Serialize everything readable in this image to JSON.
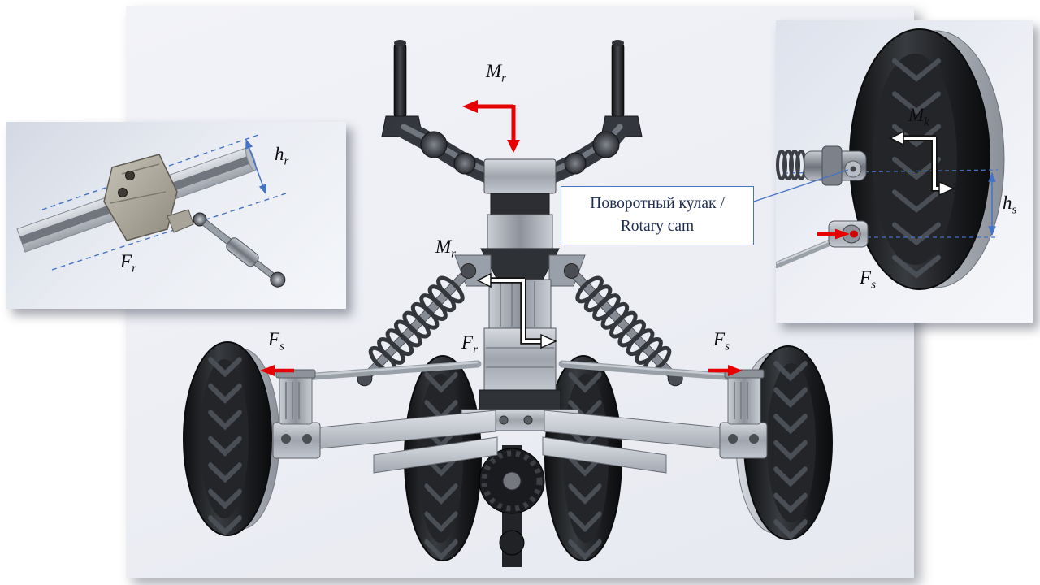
{
  "colors": {
    "arrow_red": "#e60000",
    "arrow_white": "#ffffff",
    "dimension_blue": "#4472c4",
    "callout_border": "#4472c4",
    "callout_text": "#1c2d50",
    "panel_background": "#eceef4",
    "tire_dark": "#1a1b1e",
    "metal_gray": "#9fa4ad"
  },
  "callout": {
    "line1": "Поворотный кулак /",
    "line2": "Rotary cam"
  },
  "labels": {
    "moment_top": {
      "base": "M",
      "sub": "r"
    },
    "moment_mid": {
      "base": "M",
      "sub": "r"
    },
    "force_center": {
      "base": "F",
      "sub": "r"
    },
    "force_left": {
      "base": "F",
      "sub": "s"
    },
    "force_right": {
      "base": "F",
      "sub": "s"
    },
    "inset_rail_height": {
      "base": "h",
      "sub": "r"
    },
    "inset_rail_force": {
      "base": "F",
      "sub": "r"
    },
    "inset_wheel_moment": {
      "base": "M",
      "sub": "k"
    },
    "inset_wheel_height": {
      "base": "h",
      "sub": "s"
    },
    "inset_wheel_force": {
      "base": "F",
      "sub": "s"
    }
  }
}
